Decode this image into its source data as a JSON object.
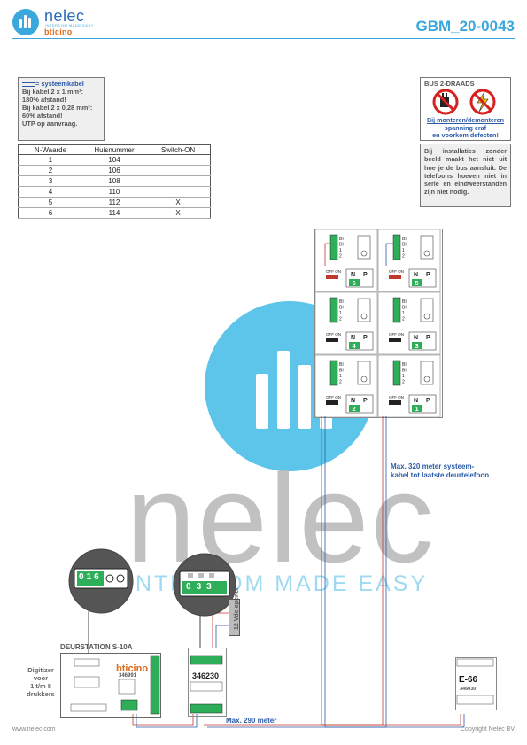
{
  "header": {
    "brand": "nelec",
    "brand_sub": "INTERCOM MADE EASY",
    "brand2": "bticino",
    "doc_number": "GBM_20-0043"
  },
  "notes": {
    "legend": "= systeemkabel",
    "lines": [
      "Bij kabel 2 x 1 mm²:",
      "180% afstand!",
      "Bij kabel 2 x 0,28 mm²:",
      "60% afstand!",
      "UTP op aanvraag."
    ]
  },
  "table": {
    "headers": [
      "N-Waarde",
      "Huisnummer",
      "Switch-ON"
    ],
    "rows": [
      [
        "1",
        "104",
        ""
      ],
      [
        "2",
        "106",
        ""
      ],
      [
        "3",
        "108",
        ""
      ],
      [
        "4",
        "110",
        ""
      ],
      [
        "5",
        "112",
        "X"
      ],
      [
        "6",
        "114",
        "X"
      ]
    ]
  },
  "warning": {
    "title": "BUS 2-DRAADS",
    "lines": [
      "Bij monteren/demonteren",
      "spanning eraf",
      "en voorkom defecten!"
    ]
  },
  "info_text": "Bij installaties zonder beeld maakt het niet uit hoe je de bus aansluit. De telefoons hoeven niet in serie en eindweerstanden zijn niet nodig.",
  "handsets": {
    "terminals": [
      "BI",
      "BI",
      "1",
      "2"
    ],
    "switch_label": "OFF ON",
    "n_label": "N",
    "p_label": "P",
    "units": [
      {
        "n": "6"
      },
      {
        "n": "5"
      },
      {
        "n": "4"
      },
      {
        "n": "3"
      },
      {
        "n": "2"
      },
      {
        "n": "1"
      }
    ]
  },
  "labels": {
    "max320_line1": "Max. 320 meter systeem-",
    "max320_line2": "kabel tot laatste deurtelefoon",
    "max290": "Max. 290 meter",
    "lock": "12 Vdc opener",
    "door_station": "DEURSTATION S-10A",
    "digitizer": [
      "Digitizer",
      "voor",
      "1 t/m 8",
      "drukkers"
    ],
    "door_brand": "bticino",
    "door_model": "346991",
    "psu_model": "346230",
    "e66_model": "E-66",
    "e66_sub": "346030",
    "zoom_digits_left": [
      "0",
      "1",
      "6"
    ],
    "zoom_digits_mid": [
      "0",
      "3",
      "3"
    ],
    "watermark_brand": "nelec",
    "watermark_tag": "INTERCOM MADE EASY"
  },
  "footer": {
    "left": "www.nelec.com",
    "right": "Copyright Nelec BV"
  },
  "colors": {
    "accent_blue": "#3aa7dd",
    "wire_red": "#c0392b",
    "wire_blue": "#2a5aa8",
    "terminal_green": "#2fae5a"
  }
}
